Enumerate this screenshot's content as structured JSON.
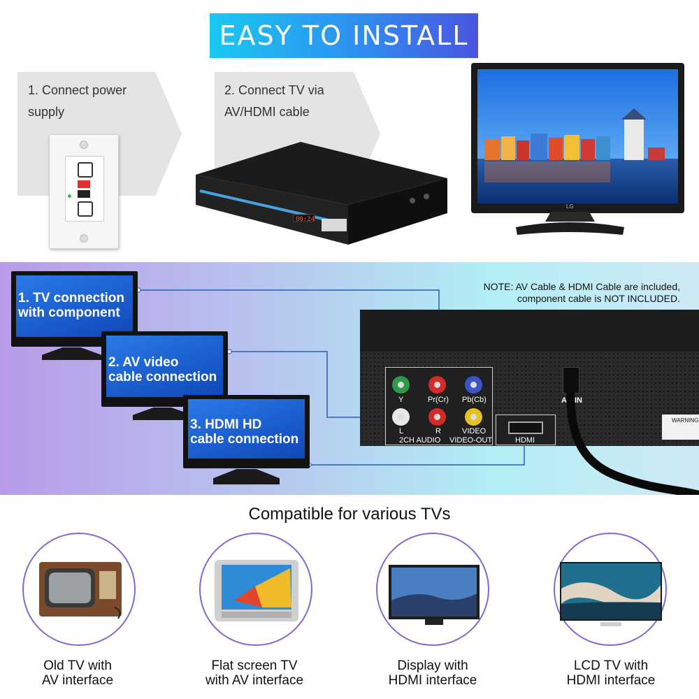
{
  "banner": {
    "title": "EASY TO INSTALL"
  },
  "steps": [
    {
      "line1": "1. Connect power",
      "line2": "supply"
    },
    {
      "line1": "2. Connect TV via",
      "line2": "AV/HDMI cable"
    }
  ],
  "bigtv": {
    "brand": "LG"
  },
  "dvd_front": {
    "display": "00:24"
  },
  "connections": [
    {
      "line1": "1. TV connection",
      "line2": "with component"
    },
    {
      "line1": "2. AV video",
      "line2": "cable connection"
    },
    {
      "line1": "3. HDMI HD",
      "line2": "cable connection"
    }
  ],
  "note": {
    "line1": "NOTE: AV Cable & HDMI Cable are included,",
    "line2": "component cable is NOT INCLUDED."
  },
  "rear_panel": {
    "y": "Y",
    "pr": "Pr(Cr)",
    "pb": "Pb(Cb)",
    "l": "L",
    "r": "R",
    "video": "VIDEO",
    "audio_label": "2CH AUDIO",
    "video_out": "VIDEO-OUT",
    "hdmi": "HDMI",
    "ain": "AC IN",
    "warning": "WARNING"
  },
  "compat": {
    "title": "Compatible for various TVs",
    "items": [
      {
        "line1": "Old TV with",
        "line2": "AV interface"
      },
      {
        "line1": "Flat screen TV",
        "line2": "with AV interface"
      },
      {
        "line1": "Display with",
        "line2": "HDMI interface"
      },
      {
        "line1": "LCD TV with",
        "line2": "HDMI interface"
      }
    ]
  },
  "colors": {
    "banner_start": "#19c8f2",
    "banner_end": "#4a55e0",
    "jack_green": "#2e9a4a",
    "jack_red": "#d42a2a",
    "jack_blue": "#3b55c9",
    "jack_white": "#e8e8e8",
    "jack_yellow": "#e6c21c",
    "ring": "#7a6cd8"
  }
}
